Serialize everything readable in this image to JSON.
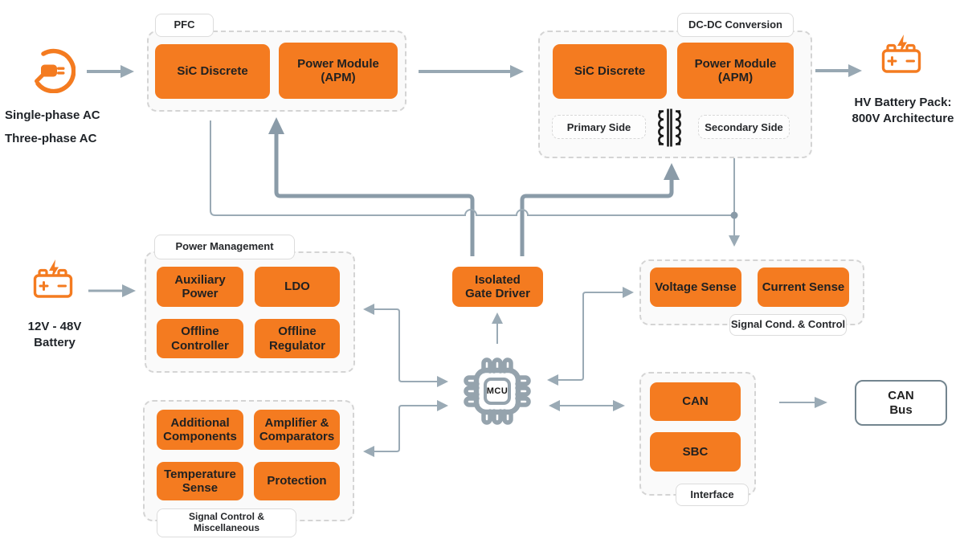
{
  "colors": {
    "accent_orange": "#f47b20",
    "connector_gray": "#98a8b3",
    "thick_connector_gray": "#8a9ba8",
    "text_dark": "#1f2328",
    "group_border": "#d4d4d4",
    "can_bus_border": "#73858f"
  },
  "sources": {
    "ac_input": {
      "line1": "Single-phase AC",
      "line2": "Three-phase AC",
      "icon": "ac-plug-icon"
    },
    "lv_battery": {
      "line1": "12V - 48V",
      "line2": "Battery",
      "icon": "battery-icon"
    },
    "hv_battery": {
      "line1": "HV Battery Pack:",
      "line2": "800V Architecture",
      "icon": "battery-icon"
    }
  },
  "pfc": {
    "tab": "PFC",
    "sic": "SiC Discrete",
    "apm_line1": "Power Module",
    "apm_line2": "(APM)"
  },
  "dcdc": {
    "tab": "DC-DC Conversion",
    "sic": "SiC Discrete",
    "apm_line1": "Power Module",
    "apm_line2": "(APM)",
    "primary": "Primary Side",
    "secondary": "Secondary Side",
    "transformer_icon": "transformer-icon"
  },
  "power_management": {
    "tab": "Power Management",
    "aux_line1": "Auxiliary",
    "aux_line2": "Power",
    "ldo": "LDO",
    "offline_controller_line1": "Offline",
    "offline_controller_line2": "Controller",
    "offline_regulator_line1": "Offline",
    "offline_regulator_line2": "Regulator"
  },
  "signal_misc": {
    "tab_line1": "Signal Control &",
    "tab_line2": "Miscellaneous",
    "additional_line1": "Additional",
    "additional_line2": "Components",
    "amplifier_line1": "Amplifier &",
    "amplifier_line2": "Comparators",
    "temp_line1": "Temperature",
    "temp_line2": "Sense",
    "protection": "Protection"
  },
  "gate_driver": {
    "line1": "Isolated",
    "line2": "Gate Driver"
  },
  "mcu": {
    "label": "MCU"
  },
  "signal_cond": {
    "tab": "Signal Cond. & Control",
    "voltage": "Voltage Sense",
    "current": "Current Sense"
  },
  "interface": {
    "tab": "Interface",
    "can": "CAN",
    "sbc": "SBC"
  },
  "can_bus": {
    "line1": "CAN",
    "line2": "Bus"
  }
}
